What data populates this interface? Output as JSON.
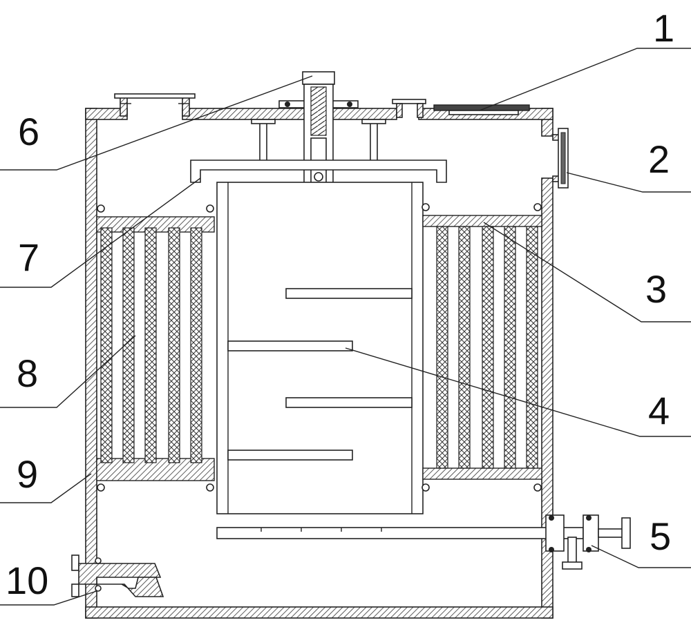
{
  "callouts": [
    {
      "id": "1",
      "label": "1"
    },
    {
      "id": "2",
      "label": "2"
    },
    {
      "id": "3",
      "label": "3"
    },
    {
      "id": "4",
      "label": "4"
    },
    {
      "id": "5",
      "label": "5"
    },
    {
      "id": "6",
      "label": "6"
    },
    {
      "id": "7",
      "label": "7"
    },
    {
      "id": "8",
      "label": "8"
    },
    {
      "id": "9",
      "label": "9"
    },
    {
      "id": "10",
      "label": "10"
    }
  ],
  "colors": {
    "line": "#222222",
    "background": "#ffffff"
  }
}
